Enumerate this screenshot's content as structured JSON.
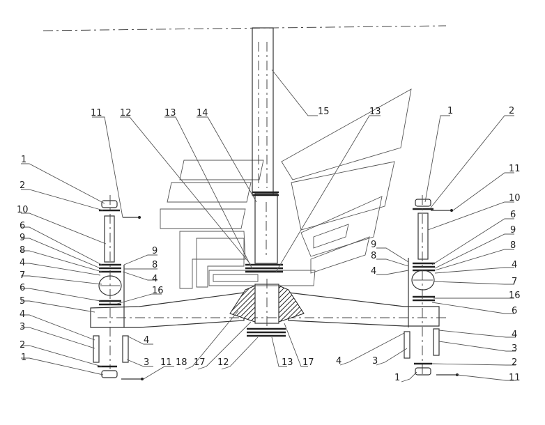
{
  "labels": {
    "l_1_left_top": "1",
    "l_2_left_top": "2",
    "l_10_left": "10",
    "l_6_left_top": "6",
    "l_9_left": "9",
    "l_8_left": "8",
    "l_4_left_a": "4",
    "l_7_left": "7",
    "l_6_left_b": "6",
    "l_5_left": "5",
    "l_4_left_b": "4",
    "l_3_left": "3",
    "l_2_left_bot": "2",
    "l_1_left_bot": "1",
    "l_11_left_top": "11",
    "l_12_top": "12",
    "l_13_top_a": "13",
    "l_14_top": "14",
    "l_15_top": "15",
    "l_13_top_b": "13",
    "l_9_mid": "9",
    "l_8_mid": "8",
    "l_4_mid": "4",
    "l_16_left": "16",
    "l_4_left_c": "4",
    "l_3_left_b": "3",
    "l_11_left_bot": "11",
    "l_18": "18",
    "l_17_left": "17",
    "l_12_bot": "12",
    "l_13_bot": "13",
    "l_17_right": "17",
    "l_4_right_bot": "4",
    "l_3_right_bot": "3",
    "l_1_right_bot": "1",
    "l_1_right_top": "1",
    "l_2_right_top": "2",
    "l_11_right_top": "11",
    "l_10_right": "10",
    "l_6_right_top": "6",
    "l_9_right_a": "9",
    "l_8_right_a": "8",
    "l_9_right": "9",
    "l_8_right": "8",
    "l_4_right_a": "4",
    "l_4_right_b": "4",
    "l_7_right": "7",
    "l_16_right": "16",
    "l_6_right_b": "6",
    "l_4_right_c": "4",
    "l_3_right": "3",
    "l_2_right_bot": "2",
    "l_11_right_bot": "11"
  }
}
